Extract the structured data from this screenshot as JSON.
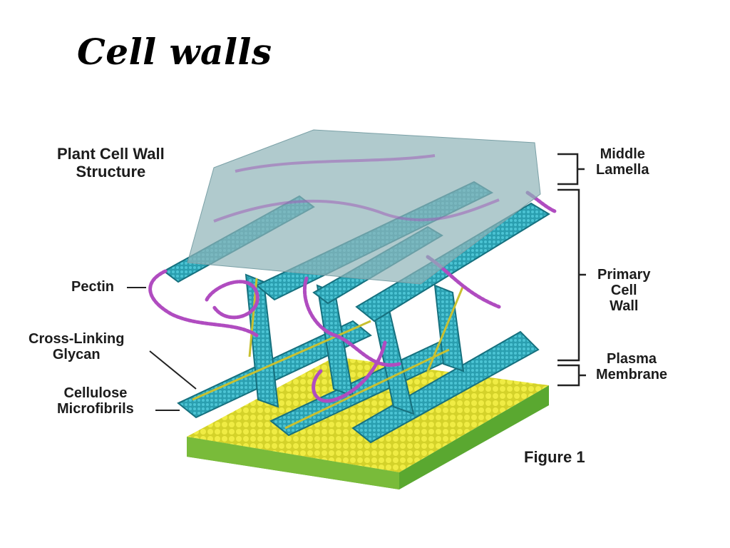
{
  "slide": {
    "title": "Cell walls"
  },
  "diagram": {
    "heading": "Plant Cell Wall\nStructure",
    "figure_label": "Figure 1",
    "left_labels": {
      "pectin": "Pectin",
      "cross_linking_glycan": "Cross-Linking\nGlycan",
      "cellulose_microfibrils": "Cellulose\nMicrofibrils"
    },
    "right_labels": {
      "middle_lamella": "Middle\nLamella",
      "primary_cell_wall": "Primary\nCell\nWall",
      "plasma_membrane": "Plasma\nMembrane"
    },
    "colors": {
      "cellulose": "#2a9fb0",
      "cellulose_dark": "#16707e",
      "pectin": "#b04cc0",
      "membrane_yellow": "#e8e23a",
      "membrane_green": "#5aa830",
      "lamella": "#8fb3b8",
      "glycan": "#c8c030"
    }
  }
}
